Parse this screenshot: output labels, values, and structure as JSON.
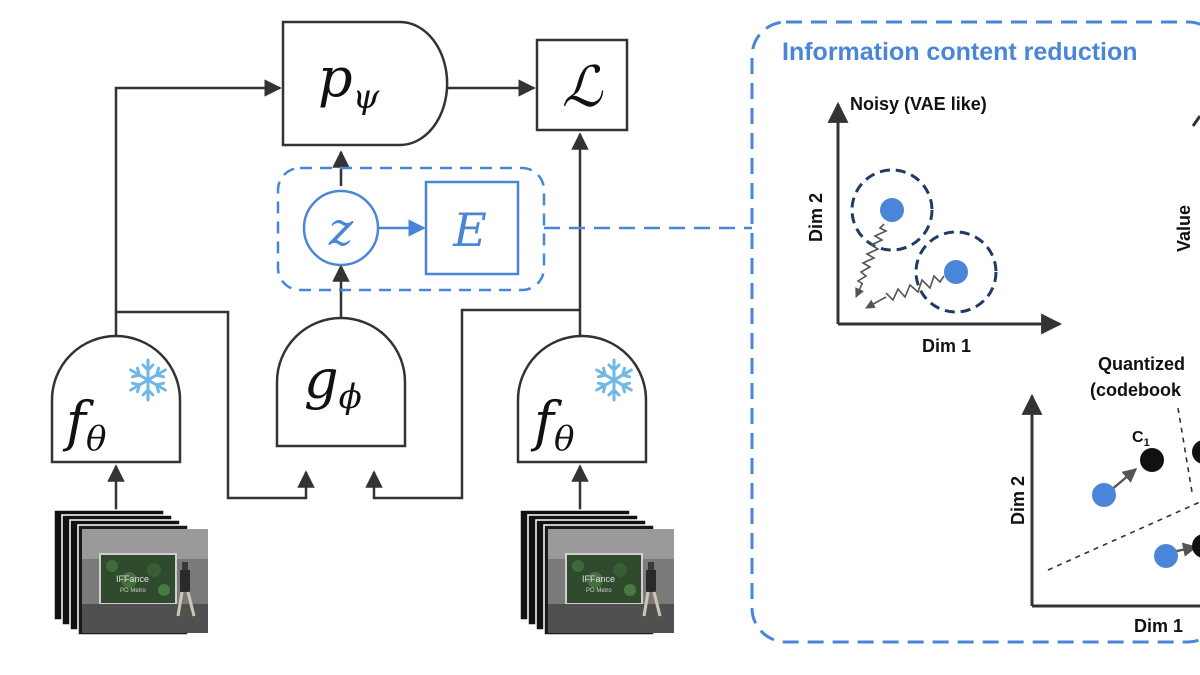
{
  "colors": {
    "stroke": "#333333",
    "accent_blue": "#4a86d8",
    "dot_blue": "#4a86d8",
    "dark_navy": "#1f3a66",
    "title_blue": "#4a86d8"
  },
  "nodes": {
    "decoder": "pψ",
    "decoder_base": "p",
    "decoder_sub": "ψ",
    "loss": "ℒ",
    "latent": "z",
    "energy": "E",
    "encoder_left_base": "f",
    "encoder_left_sub": "θ",
    "encoder_mid_base": "g",
    "encoder_mid_sub": "ϕ",
    "encoder_right_base": "f",
    "encoder_right_sub": "θ",
    "frozen_icon": "snowflake-icon"
  },
  "video_frames": {
    "left_caption": "IFFance",
    "left_subcaption": "PO Metro",
    "right_caption": "IFFance",
    "right_subcaption": "PO Metro"
  },
  "panel": {
    "title": "Information content reduction",
    "noisy": {
      "title": "Noisy (VAE like)",
      "xlabel": "Dim 1",
      "ylabel": "Dim 2"
    },
    "quantized": {
      "title_line1": "Quantized",
      "title_line2": "(codebook",
      "xlabel": "Dim 1",
      "ylabel": "Dim 2",
      "codebook_label": "C",
      "codebook_sub": "1"
    },
    "third": {
      "ylabel": "Value"
    }
  }
}
